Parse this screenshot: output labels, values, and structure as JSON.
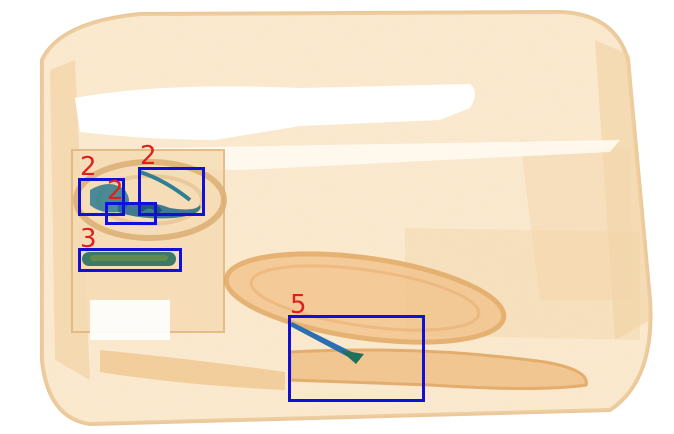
{
  "image": {
    "kind": "X-ray baggage scan",
    "box_color": "#1010d8",
    "label_color": "#e0201c",
    "bag_color": "#f1c98e",
    "metal_color": "#1f6a8a"
  },
  "detections": [
    {
      "label": "2"
    },
    {
      "label": "2"
    },
    {
      "label": "2"
    },
    {
      "label": "3"
    },
    {
      "label": "5"
    }
  ]
}
